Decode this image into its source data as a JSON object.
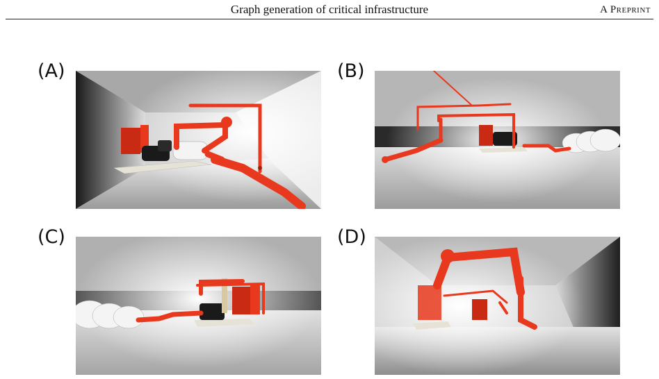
{
  "header": {
    "title": "Graph generation of critical infrastructure",
    "label": "A Preprint"
  },
  "panels": [
    {
      "label": "(A)"
    },
    {
      "label": "(B)"
    },
    {
      "label": "(C)"
    },
    {
      "label": "(D)"
    }
  ],
  "colors": {
    "pipe": "#e8381d",
    "pipe_dark": "#a81e0c",
    "floor": "#cfcfcf",
    "ceiling": "#b8b8b8",
    "base": "#e6e2d6",
    "motor": "#1a1a1a",
    "tank": "#f4f4f4"
  }
}
